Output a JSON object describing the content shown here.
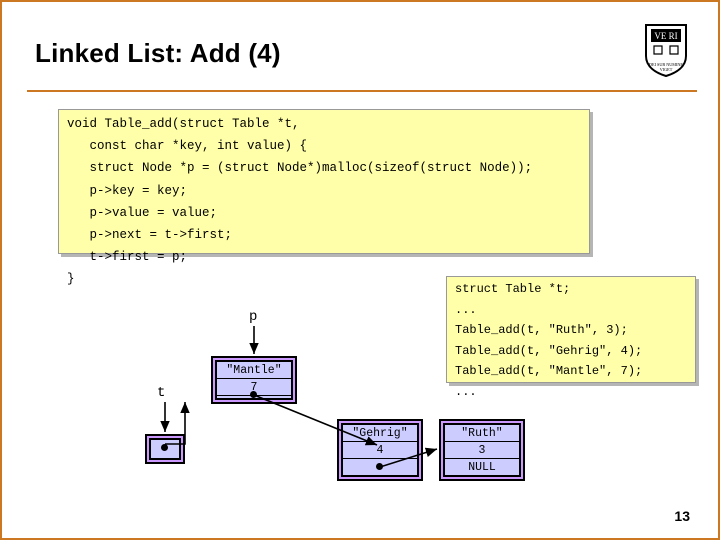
{
  "slide": {
    "title": "Linked List: Add (4)",
    "page_number": "13",
    "accent_color": "#cc7722",
    "code_bg_color": "#ffffaa",
    "node_fill_color": "#cc99ff",
    "node_inner_color": "#ccccff"
  },
  "crest": {
    "name": "princeton-shield-icon",
    "top_text": "VE RI",
    "motto": "DEI SUB NUMINE VIGET"
  },
  "code": {
    "lines": [
      "void Table_add(struct Table *t,",
      "   const char *key, int value) {",
      "   struct Node *p = (struct Node*)malloc(sizeof(struct Node));",
      "   p->key = key;",
      "   p->value = value;",
      "   p->next = t->first;",
      "   t->first = p;",
      "}"
    ],
    "highlight_line": "   t->first = p;"
  },
  "calls": {
    "lines": [
      "struct Table *t;",
      "...",
      "Table_add(t, \"Ruth\", 3);",
      "Table_add(t, \"Gehrig\", 4);",
      "Table_add(t, \"Mantle\", 7);",
      "..."
    ],
    "highlight_line": "Table_add(t, \"Mantle\", 7);"
  },
  "diagram": {
    "pointer_labels": {
      "p": "p",
      "t": "t"
    },
    "nodes": [
      {
        "id": "mantle",
        "key": "\"Mantle\"",
        "value": "7",
        "next": ""
      },
      {
        "id": "gehrig",
        "key": "\"Gehrig\"",
        "value": "4",
        "next": ""
      },
      {
        "id": "ruth",
        "key": "\"Ruth\"",
        "value": "3",
        "next": "NULL"
      }
    ]
  }
}
